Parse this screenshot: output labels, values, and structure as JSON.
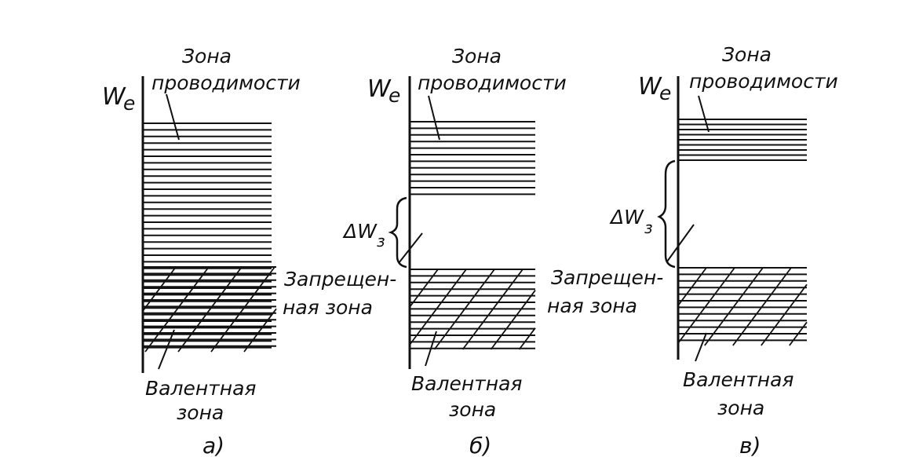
{
  "colors": {
    "ink": "#111111",
    "paper": "#ffffff"
  },
  "panels": [
    {
      "axis_label": "W",
      "axis_sub": "e",
      "conduction_label_1": "Зона",
      "conduction_label_2": "проводимости",
      "valence_label_1": "Валентная",
      "valence_label_2": "зона",
      "caption": "а)",
      "gap_label": "",
      "gap_sub": "",
      "forbidden_label_1": "",
      "forbidden_label_2": ""
    },
    {
      "axis_label": "W",
      "axis_sub": "e",
      "conduction_label_1": "Зона",
      "conduction_label_2": "проводимости",
      "valence_label_1": "Валентная",
      "valence_label_2": "зона",
      "caption": "б)",
      "gap_label": "ΔW",
      "gap_sub": "з",
      "forbidden_label_1": "Запрещен-",
      "forbidden_label_2": "ная зона"
    },
    {
      "axis_label": "W",
      "axis_sub": "e",
      "conduction_label_1": "Зона",
      "conduction_label_2": "проводимости",
      "valence_label_1": "Валентная",
      "valence_label_2": "зона",
      "caption": "в)",
      "gap_label": "ΔW",
      "gap_sub": "з",
      "forbidden_label_1": "Запрещен-",
      "forbidden_label_2": "ная зона"
    }
  ]
}
